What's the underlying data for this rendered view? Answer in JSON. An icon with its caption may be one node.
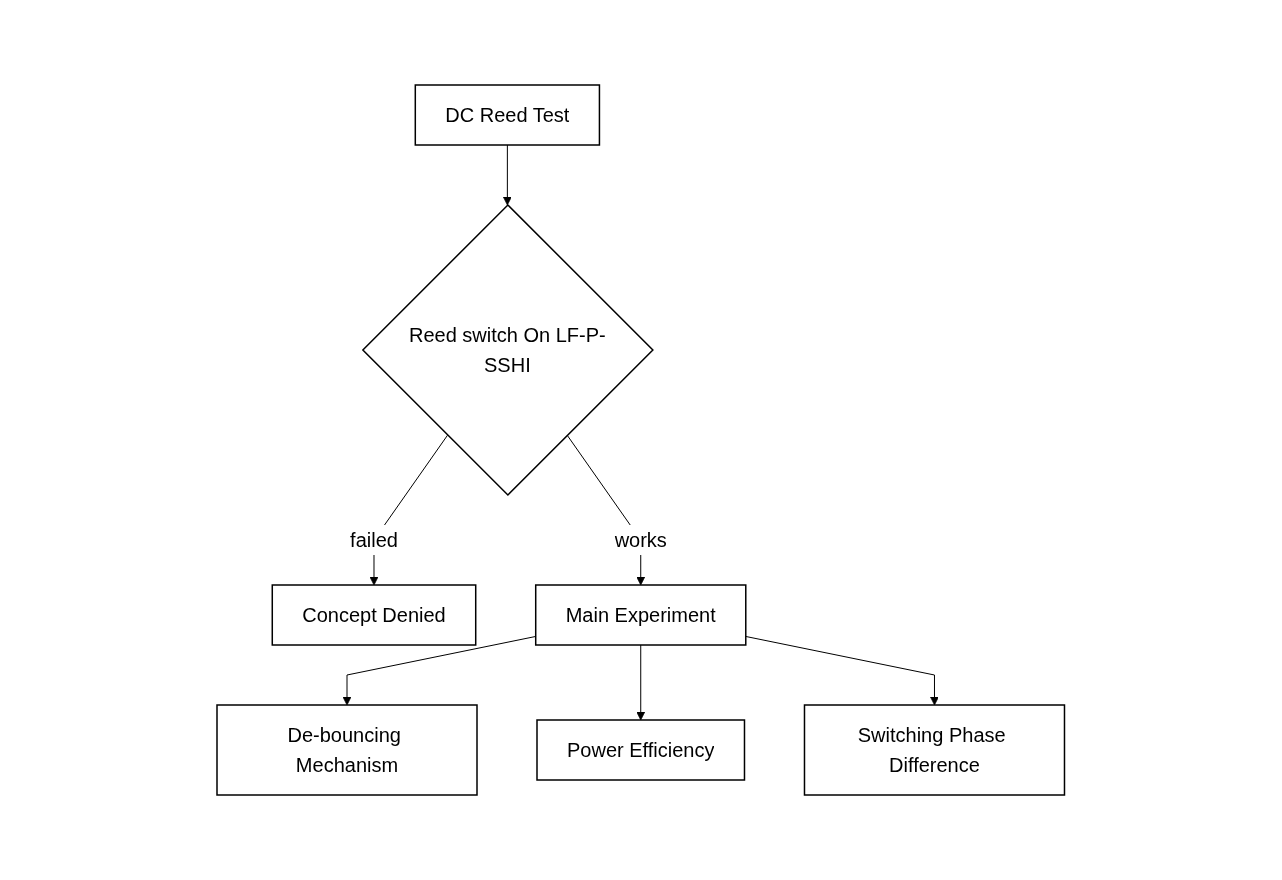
{
  "diagram": {
    "nodes": [
      {
        "text": [
          "DC Reed Test"
        ]
      },
      {
        "text": [
          "Reed switch On LF-P-SSHI"
        ]
      },
      {
        "text": [
          "Concept Denied"
        ]
      },
      {
        "text": [
          "Main Experiment"
        ]
      },
      {
        "text": [
          "De-bouncing Mechanism"
        ]
      },
      {
        "text": [
          "Power Efficiency"
        ]
      },
      {
        "text": [
          "Switching Phase Difference"
        ]
      }
    ],
    "edges": [
      {
        "from": 0,
        "to": 1,
        "arrow": "to"
      },
      {
        "from": 1,
        "to": 2,
        "arrow": "to",
        "label": "failed"
      },
      {
        "from": 1,
        "to": 3,
        "arrow": "to",
        "label": "works"
      },
      {
        "from": 3,
        "to": 4,
        "arrow": "to"
      },
      {
        "from": 3,
        "to": 5,
        "arrow": "to"
      },
      {
        "from": 3,
        "to": 6,
        "arrow": "to"
      }
    ]
  }
}
